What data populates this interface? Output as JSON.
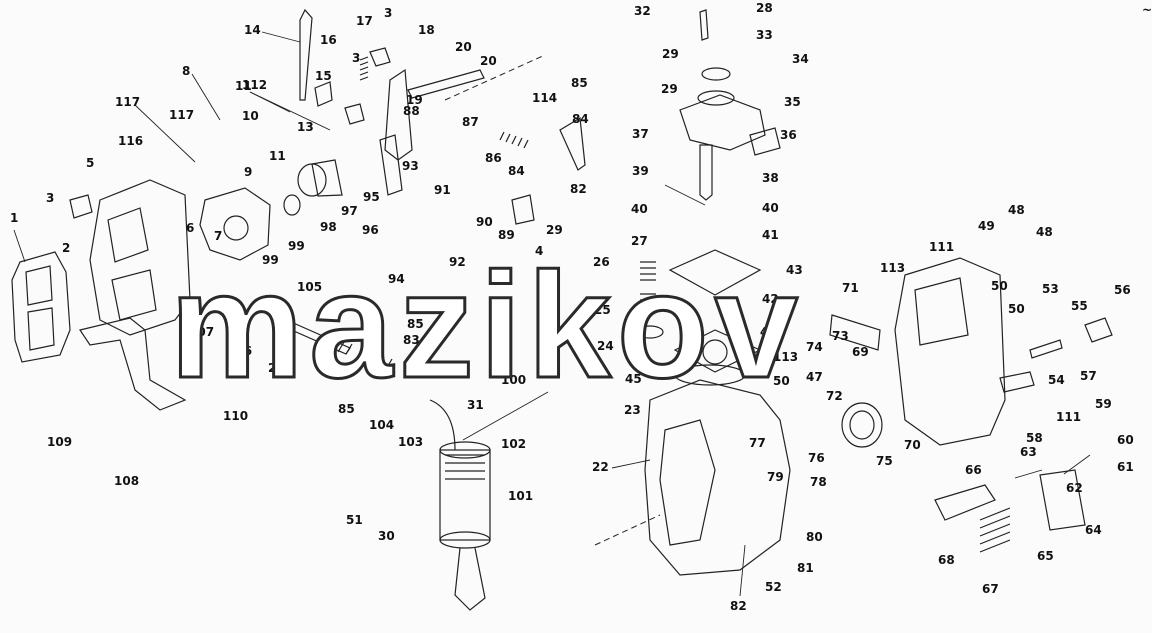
{
  "watermark": "mazikov",
  "corner_mark": "~",
  "labels": [
    "1",
    "2",
    "3",
    "3",
    "3",
    "4",
    "5",
    "6",
    "7",
    "8",
    "9",
    "10",
    "11",
    "11",
    "12",
    "13",
    "14",
    "15",
    "16",
    "17",
    "18",
    "19",
    "20",
    "20",
    "21",
    "22",
    "23",
    "24",
    "25",
    "26",
    "27",
    "28",
    "29",
    "29",
    "29",
    "30",
    "31",
    "32",
    "33",
    "34",
    "35",
    "36",
    "37",
    "38",
    "39",
    "40",
    "40",
    "41",
    "42",
    "43",
    "44",
    "45",
    "46",
    "47",
    "48",
    "48",
    "49",
    "50",
    "50",
    "50",
    "51",
    "52",
    "53",
    "54",
    "55",
    "56",
    "57",
    "58",
    "59",
    "60",
    "61",
    "62",
    "63",
    "64",
    "65",
    "66",
    "67",
    "68",
    "69",
    "70",
    "71",
    "72",
    "73",
    "74",
    "75",
    "76",
    "77",
    "78",
    "79",
    "80",
    "81",
    "82",
    "82",
    "83",
    "84",
    "84",
    "85",
    "85",
    "85",
    "86",
    "87",
    "88",
    "89",
    "90",
    "91",
    "92",
    "93",
    "94",
    "95",
    "96",
    "97",
    "98",
    "99",
    "99",
    "100",
    "101",
    "102",
    "103",
    "104",
    "105",
    "106",
    "107",
    "108",
    "109",
    "110",
    "111",
    "111",
    "112",
    "113",
    "113",
    "114",
    "115",
    "116",
    "117",
    "117"
  ]
}
